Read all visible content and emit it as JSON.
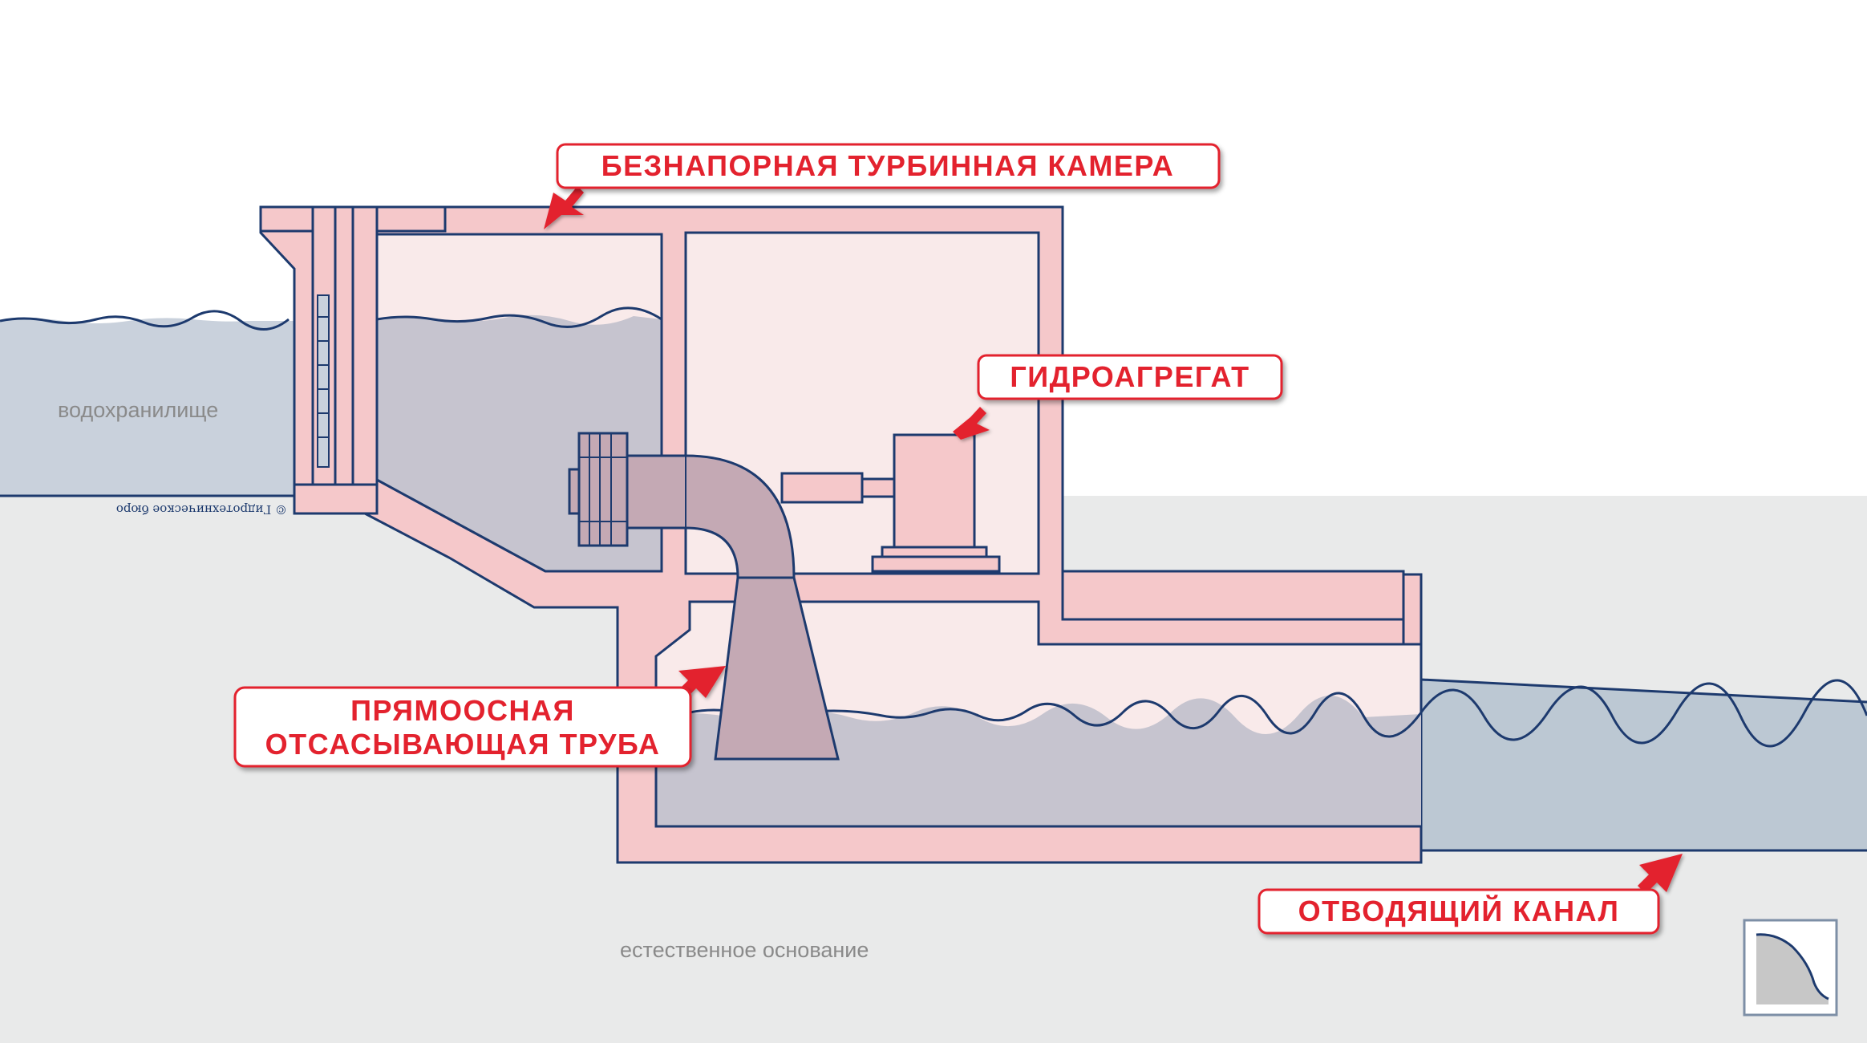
{
  "labels": {
    "turbine_chamber": "БЕЗНАПОРНАЯ ТУРБИННАЯ КАМЕРА",
    "hydro_unit": "ГИДРОАГРЕГАТ",
    "draft_tube_line1": "ПРЯМООСНАЯ",
    "draft_tube_line2": "ОТСАСЫВАЮЩАЯ ТРУБА",
    "tailrace_canal": "ОТВОДЯЩИЙ КАНАЛ",
    "reservoir": "водохранилище",
    "natural_foundation": "естественное основание",
    "copyright": "© Гидротехническое бюро"
  },
  "colors": {
    "outline": "#1d3a6e",
    "concrete": "#f5c8ca",
    "interior": "#f9eaea",
    "water": "#c6c4cf",
    "reservoir_water": "#c9d1dc",
    "canal_water": "#bcc8d3",
    "ground": "#e9eaea",
    "pipe": "#c4a9b4",
    "accent_red": "#e3222e"
  },
  "icons": {
    "arrow": "red-arrow-icon",
    "logo": "spillway-profile-logo-icon"
  }
}
